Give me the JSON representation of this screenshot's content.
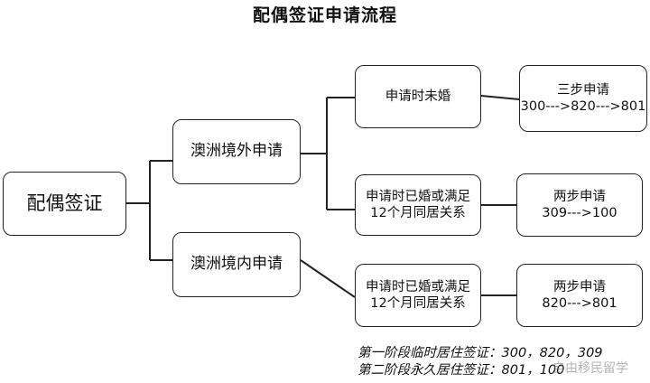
{
  "title": "配偶签证申请流程",
  "root": {
    "label": "配偶签证"
  },
  "branches": {
    "offshore": {
      "label": "澳洲境外申请"
    },
    "onshore": {
      "label": "澳洲境内申请"
    }
  },
  "conditions": {
    "unmarried": {
      "label": "申请时未婚"
    },
    "married_offshore": {
      "line1": "申请时已婚或满足",
      "line2": "12个月同居关系"
    },
    "married_onshore": {
      "line1": "申请时已婚或满足",
      "line2": "12个月同居关系"
    }
  },
  "outcomes": {
    "three_step": {
      "title": "三步申请",
      "path": "300--->820--->801"
    },
    "two_step_offshore": {
      "title": "两步申请",
      "path": "309--->100"
    },
    "two_step_onshore": {
      "title": "两步申请",
      "path": "820--->801"
    }
  },
  "notes": {
    "stage1": "第一阶段临时居住签证：300，820，309",
    "stage2": "第二阶段永久居住签证：801，100"
  },
  "watermark": "自由移民留学"
}
